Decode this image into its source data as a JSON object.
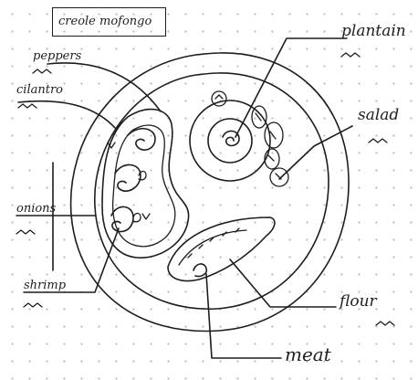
{
  "title": "creole mofongo",
  "labels": {
    "plantain": "plantain",
    "salad": "salad",
    "peppers": "peppers",
    "cilantro": "cilantro",
    "onions": "onions",
    "shrimp": "shrimp",
    "flour": "flour",
    "meat": "meat"
  },
  "colors": {
    "ink": "#1d1d1d",
    "dots": "#b9b9b9",
    "paper": "#ffffff"
  }
}
